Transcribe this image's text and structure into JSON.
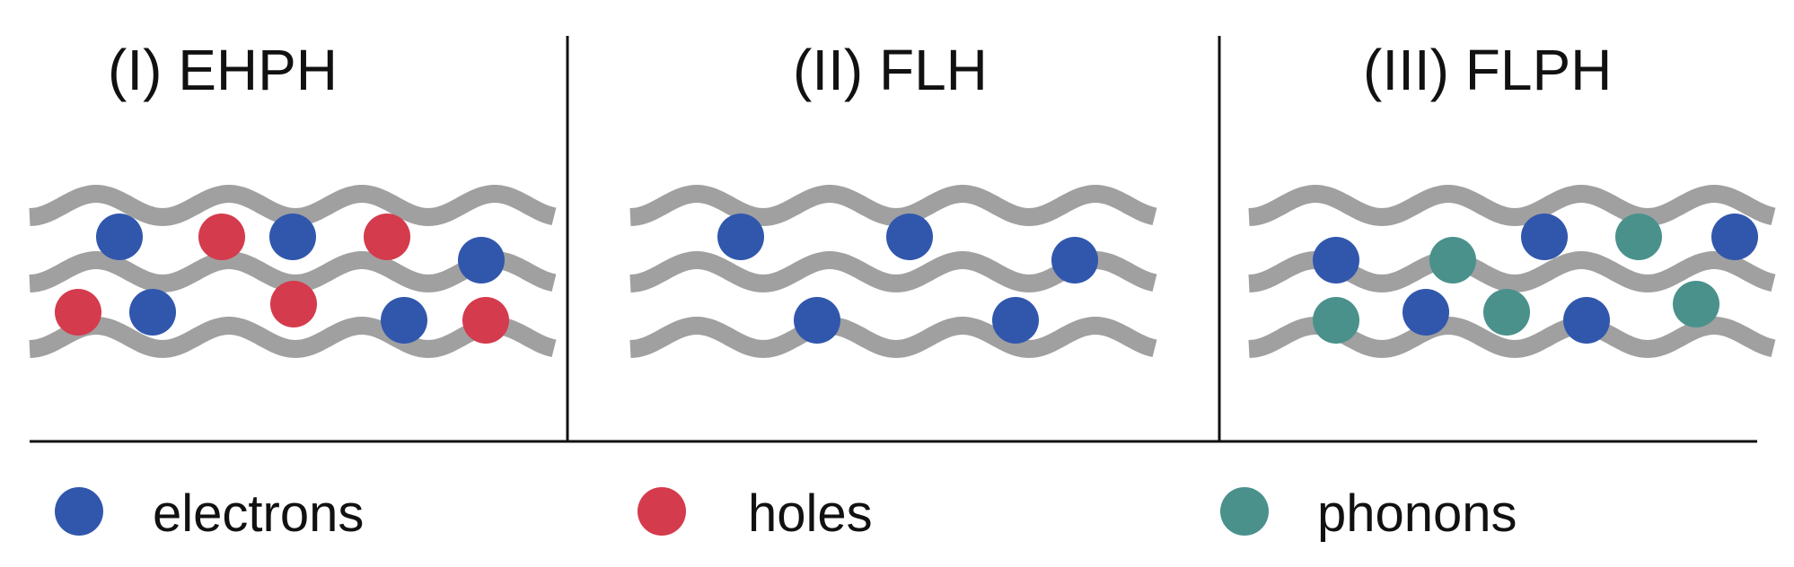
{
  "colors": {
    "wave": "#a0a0a0",
    "line": "#111111",
    "electron": "#3157ad",
    "hole": "#d43b4d",
    "phonon": "#4a918c"
  },
  "panels": [
    {
      "title": "(I) EHPH",
      "particles": [
        "electron",
        "hole",
        "electron",
        "hole",
        "electron",
        "hole",
        "electron",
        "hole",
        "electron",
        "hole"
      ]
    },
    {
      "title": "(II) FLH",
      "particles": [
        "electron",
        "electron",
        "electron",
        "electron",
        "electron"
      ]
    },
    {
      "title": "(III) FLPH",
      "particles": [
        "electron",
        "phonon",
        "electron",
        "phonon",
        "electron",
        "phonon",
        "electron",
        "phonon",
        "electron",
        "phonon"
      ]
    }
  ],
  "legend": [
    {
      "kind": "electron",
      "label": "electrons"
    },
    {
      "kind": "hole",
      "label": "holes"
    },
    {
      "kind": "phonon",
      "label": "phonons"
    }
  ]
}
